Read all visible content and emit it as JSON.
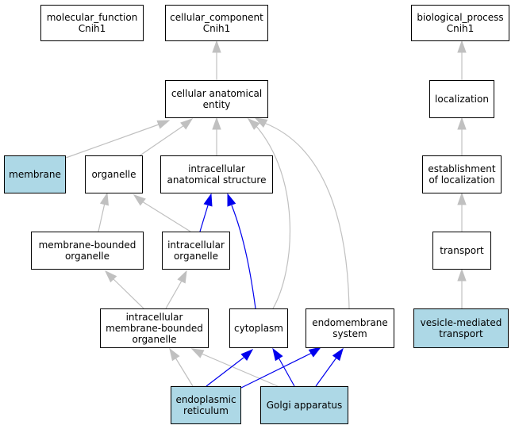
{
  "colors": {
    "highlight": "#add8e6",
    "plain": "#ffffff",
    "is_a_edge": "#c0c0c0",
    "part_of_edge": "#0000ee"
  },
  "nodes": {
    "molecular_function": {
      "lines": [
        "molecular_function",
        "Cnih1"
      ],
      "highlight": false
    },
    "cellular_component": {
      "lines": [
        "cellular_component",
        "Cnih1"
      ],
      "highlight": false
    },
    "biological_process": {
      "lines": [
        "biological_process",
        "Cnih1"
      ],
      "highlight": false
    },
    "cellular_anatomical_entity": {
      "lines": [
        "cellular anatomical",
        "entity"
      ],
      "highlight": false
    },
    "localization": {
      "lines": [
        "localization"
      ],
      "highlight": false
    },
    "membrane": {
      "lines": [
        "membrane"
      ],
      "highlight": true
    },
    "organelle": {
      "lines": [
        "organelle"
      ],
      "highlight": false
    },
    "intracellular_anatomical_structure": {
      "lines": [
        "intracellular",
        "anatomical structure"
      ],
      "highlight": false
    },
    "establishment_of_localization": {
      "lines": [
        "establishment",
        "of localization"
      ],
      "highlight": false
    },
    "membrane_bounded_organelle": {
      "lines": [
        "membrane-bounded",
        "organelle"
      ],
      "highlight": false
    },
    "intracellular_organelle": {
      "lines": [
        "intracellular",
        "organelle"
      ],
      "highlight": false
    },
    "transport": {
      "lines": [
        "transport"
      ],
      "highlight": false
    },
    "intracellular_membrane_bounded_organelle": {
      "lines": [
        "intracellular",
        "membrane-bounded",
        "organelle"
      ],
      "highlight": false
    },
    "cytoplasm": {
      "lines": [
        "cytoplasm"
      ],
      "highlight": false
    },
    "endomembrane_system": {
      "lines": [
        "endomembrane",
        "system"
      ],
      "highlight": false
    },
    "vesicle_mediated_transport": {
      "lines": [
        "vesicle-mediated",
        "transport"
      ],
      "highlight": true
    },
    "endoplasmic_reticulum": {
      "lines": [
        "endoplasmic",
        "reticulum"
      ],
      "highlight": true
    },
    "golgi_apparatus": {
      "lines": [
        "Golgi apparatus"
      ],
      "highlight": true
    }
  },
  "edges": [
    {
      "from": "cellular_anatomical_entity",
      "to": "cellular_component",
      "type": "is_a"
    },
    {
      "from": "localization",
      "to": "biological_process",
      "type": "is_a"
    },
    {
      "from": "membrane",
      "to": "cellular_anatomical_entity",
      "type": "is_a"
    },
    {
      "from": "organelle",
      "to": "cellular_anatomical_entity",
      "type": "is_a"
    },
    {
      "from": "intracellular_anatomical_structure",
      "to": "cellular_anatomical_entity",
      "type": "is_a"
    },
    {
      "from": "cytoplasm",
      "to": "cellular_anatomical_entity",
      "type": "is_a"
    },
    {
      "from": "endomembrane_system",
      "to": "cellular_anatomical_entity",
      "type": "is_a"
    },
    {
      "from": "establishment_of_localization",
      "to": "localization",
      "type": "is_a"
    },
    {
      "from": "transport",
      "to": "establishment_of_localization",
      "type": "is_a"
    },
    {
      "from": "vesicle_mediated_transport",
      "to": "transport",
      "type": "is_a"
    },
    {
      "from": "membrane_bounded_organelle",
      "to": "organelle",
      "type": "is_a"
    },
    {
      "from": "intracellular_organelle",
      "to": "organelle",
      "type": "is_a"
    },
    {
      "from": "intracellular_organelle",
      "to": "intracellular_anatomical_structure",
      "type": "part_of"
    },
    {
      "from": "cytoplasm",
      "to": "intracellular_anatomical_structure",
      "type": "part_of"
    },
    {
      "from": "intracellular_membrane_bounded_organelle",
      "to": "membrane_bounded_organelle",
      "type": "is_a"
    },
    {
      "from": "intracellular_membrane_bounded_organelle",
      "to": "intracellular_organelle",
      "type": "is_a"
    },
    {
      "from": "endoplasmic_reticulum",
      "to": "intracellular_membrane_bounded_organelle",
      "type": "is_a"
    },
    {
      "from": "golgi_apparatus",
      "to": "intracellular_membrane_bounded_organelle",
      "type": "is_a"
    },
    {
      "from": "endoplasmic_reticulum",
      "to": "cytoplasm",
      "type": "part_of"
    },
    {
      "from": "golgi_apparatus",
      "to": "cytoplasm",
      "type": "part_of"
    },
    {
      "from": "endoplasmic_reticulum",
      "to": "endomembrane_system",
      "type": "part_of"
    },
    {
      "from": "golgi_apparatus",
      "to": "endomembrane_system",
      "type": "part_of"
    }
  ]
}
